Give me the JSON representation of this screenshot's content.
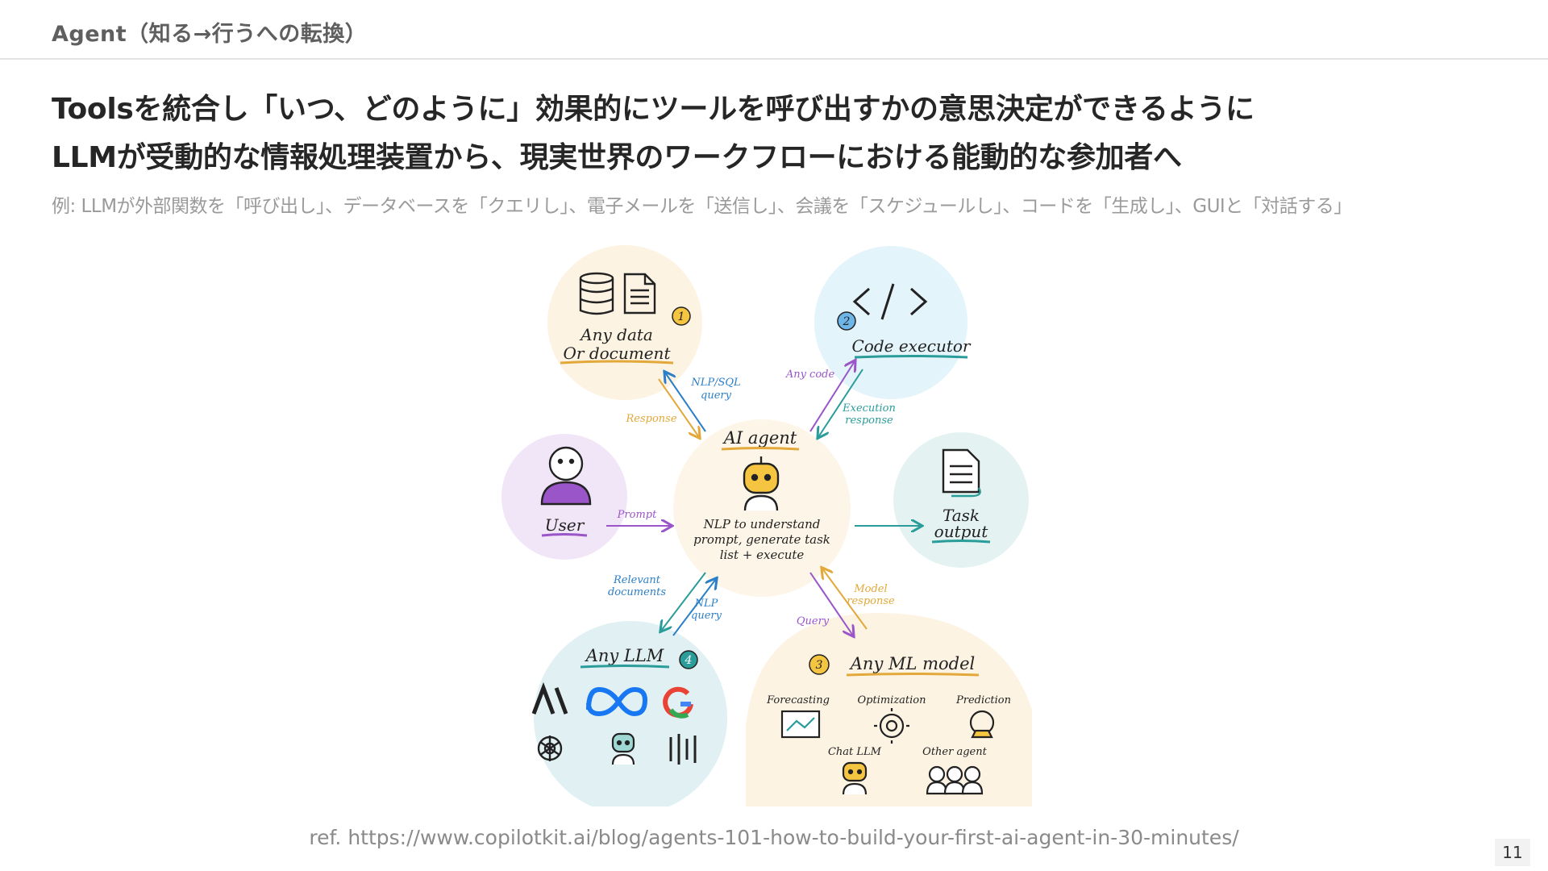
{
  "header": {
    "section_title": "Agent（知る→行うへの転換）"
  },
  "headline": {
    "line1": "Toolsを統合し「いつ、どのように」効果的にツールを呼び出すかの意思決定ができるように",
    "line2": "LLMが受動的な情報処理装置から、現実世界のワークフローにおける能動的な参加者へ"
  },
  "example_text": "例: LLMが外部関数を「呼び出し」、データベースを「クエリし」、電子メールを「送信し」、会議を「スケジュールし」、コードを「生成し」、GUIと「対話する」",
  "diagram": {
    "center": {
      "title": "AI agent",
      "desc": [
        "NLP to understand",
        "prompt, generate task",
        "list + execute"
      ]
    },
    "nodes": {
      "data": {
        "badge": "1",
        "label": [
          "Any data",
          "Or document"
        ]
      },
      "code": {
        "badge": "2",
        "label": [
          "Code executor"
        ]
      },
      "ml": {
        "badge": "3",
        "label": [
          "Any ML model"
        ],
        "items": [
          "Forecasting",
          "Optimization",
          "Prediction",
          "Chat LLM",
          "Other agent"
        ]
      },
      "llm": {
        "badge": "4",
        "label": [
          "Any LLM"
        ]
      },
      "user": {
        "label": [
          "User"
        ]
      },
      "task": {
        "label": [
          "Task",
          "output"
        ]
      }
    },
    "edges": {
      "nlp_sql_query": [
        "NLP/SQL",
        "query"
      ],
      "response": [
        "Response"
      ],
      "any_code": [
        "Any code"
      ],
      "execution_response": [
        "Execution",
        "response"
      ],
      "prompt": [
        "Prompt"
      ],
      "relevant_documents": [
        "Relevant",
        "documents"
      ],
      "nlp_query": [
        "NLP",
        "query"
      ],
      "model_response": [
        "Model",
        "response"
      ],
      "query": [
        "Query"
      ]
    },
    "colors": {
      "data_bg": "#fdf3e3",
      "code_bg": "#e3f4fb",
      "user_bg": "#f1e6f7",
      "task_bg": "#e4f3f1",
      "llm_bg": "#e1f1f3",
      "ml_bg": "#fdf3e3",
      "center_bg": "#fdf6e8",
      "orange": "#e2a83a",
      "teal": "#2a9d9a",
      "purple": "#9a55c8",
      "blue": "#2b7fc7"
    }
  },
  "reference": "ref. https://www.copilotkit.ai/blog/agents-101-how-to-build-your-first-ai-agent-in-30-minutes/",
  "page_number": "11"
}
